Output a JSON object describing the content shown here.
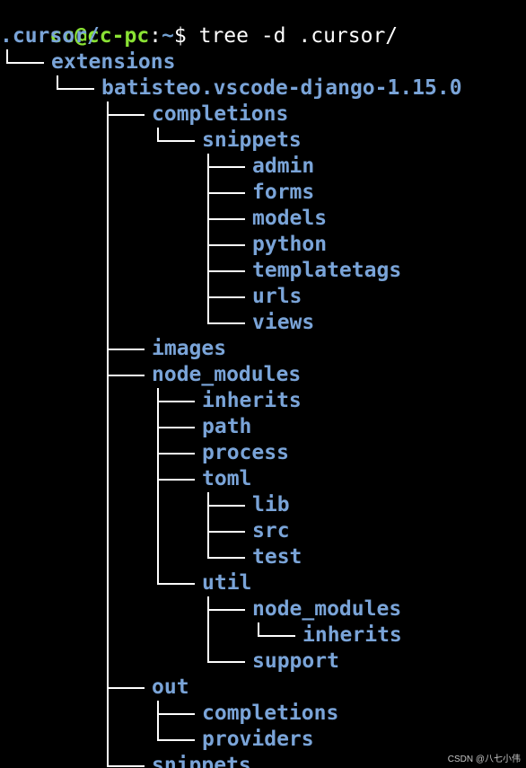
{
  "prompt": {
    "user_host": "cc@cc-pc",
    "separator": ":",
    "path": "~",
    "symbol": "$",
    "command": " tree -d .cursor/"
  },
  "tree": {
    "root": ".cursor/",
    "nodes": [
      {
        "name": "extensions",
        "depth": 0
      },
      {
        "name": "batisteo.vscode-django-1.15.0",
        "depth": 1
      },
      {
        "name": "completions",
        "depth": 2
      },
      {
        "name": "snippets",
        "depth": 3
      },
      {
        "name": "admin",
        "depth": 4
      },
      {
        "name": "forms",
        "depth": 4
      },
      {
        "name": "models",
        "depth": 4
      },
      {
        "name": "python",
        "depth": 4
      },
      {
        "name": "templatetags",
        "depth": 4
      },
      {
        "name": "urls",
        "depth": 4
      },
      {
        "name": "views",
        "depth": 4
      },
      {
        "name": "images",
        "depth": 2
      },
      {
        "name": "node_modules",
        "depth": 2
      },
      {
        "name": "inherits",
        "depth": 3
      },
      {
        "name": "path",
        "depth": 3
      },
      {
        "name": "process",
        "depth": 3
      },
      {
        "name": "toml",
        "depth": 3
      },
      {
        "name": "lib",
        "depth": 4
      },
      {
        "name": "src",
        "depth": 4
      },
      {
        "name": "test",
        "depth": 4
      },
      {
        "name": "util",
        "depth": 3
      },
      {
        "name": "node_modules",
        "depth": 4
      },
      {
        "name": "inherits",
        "depth": 5
      },
      {
        "name": "support",
        "depth": 4
      },
      {
        "name": "out",
        "depth": 2
      },
      {
        "name": "completions",
        "depth": 3
      },
      {
        "name": "providers",
        "depth": 3
      },
      {
        "name": "snippets",
        "depth": 2
      }
    ]
  },
  "watermark": "CSDN @八七小伟",
  "colors": {
    "background": "#000000",
    "prompt_user": "#8ae234",
    "prompt_path": "#729fcf",
    "directory": "#7aa4d8",
    "text": "#ffffff"
  }
}
